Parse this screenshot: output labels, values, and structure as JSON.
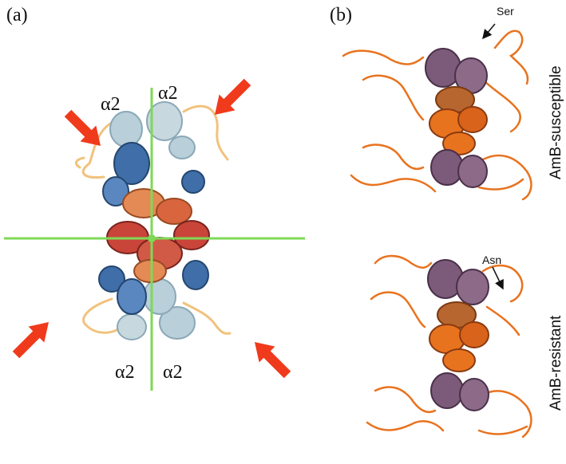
{
  "panels": {
    "a": {
      "label": "(a)",
      "helix_labels": [
        "α2",
        "α2",
        "α2",
        "α2"
      ]
    },
    "b": {
      "label": "(b)",
      "structures": [
        {
          "label": "AmB-susceptible",
          "residue": "Ser"
        },
        {
          "label": "AmB-resistant",
          "residue": "Asn"
        }
      ]
    }
  },
  "colors": {
    "axis_lines": "#7ed957",
    "arrows": "#f03a1c",
    "core_helix": "#c9453a",
    "blue_helix": "#3f6ea8",
    "pale_helix": "#b9cfd9",
    "loops": "#f1c27d",
    "b_ribbon": "#e8731f",
    "b_ribbon_dark": "#7c5b7a"
  }
}
